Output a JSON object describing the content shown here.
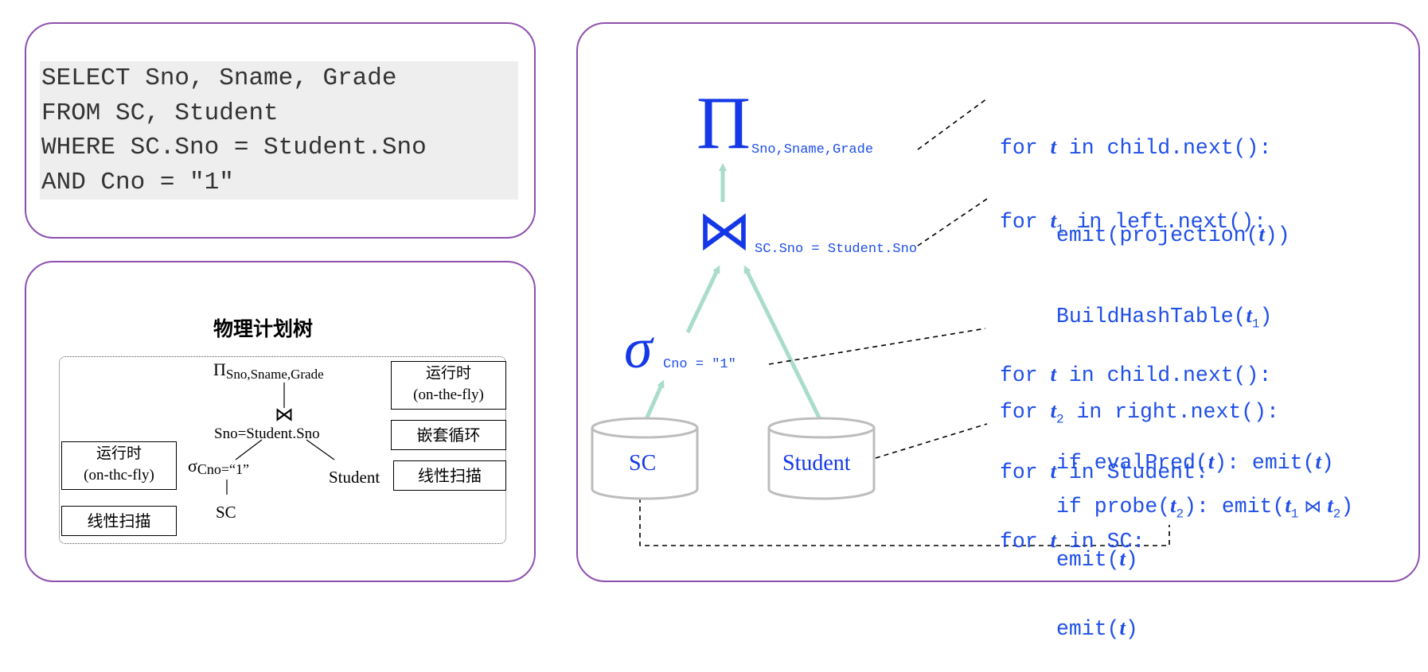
{
  "sql": {
    "lines": [
      "SELECT Sno, Sname, Grade",
      "FROM SC, Student",
      "WHERE SC.Sno = Student.Sno",
      "AND Cno = \"1\""
    ]
  },
  "physical_tree": {
    "title": "物理计划树",
    "projection": "Π",
    "projection_sub": "Sno,Sname,Grade",
    "join_symbol": "⋈",
    "join_cond": "Sno=Student.Sno",
    "select_symbol": "σ",
    "select_cond": "Cno=“1”",
    "leaf_student": "Student",
    "leaf_sc": "SC",
    "proj_method_1": "运行时",
    "proj_method_2": "(on-the-fly)",
    "join_method": "嵌套循环",
    "student_scan": "线性扫描",
    "select_method_1": "运行时",
    "select_method_2": "(on-thc-fly)",
    "sc_scan": "线性扫描"
  },
  "operator_tree": {
    "projection_symbol": "Π",
    "projection_attrs": "Sno,Sname,Grade",
    "join_symbol": "⋈",
    "join_cond": "SC.Sno = Student.Sno",
    "select_symbol": "σ",
    "select_cond": "Cno = \"1\"",
    "table_sc": "SC",
    "table_student": "Student"
  },
  "code": {
    "proj_kw1": "for ",
    "proj_var": "t",
    "proj_rest": " in child.next():",
    "proj_body_a": "emit(projection(",
    "proj_body_b": "))",
    "join_l_kw": "for ",
    "join_l_var": "t",
    "join_l_sub": "1",
    "join_l_rest": " in left.next():",
    "join_build_a": "BuildHashTable(",
    "join_build_b": ")",
    "join_r_kw": "for ",
    "join_r_var": "t",
    "join_r_sub": "2",
    "join_r_rest": " in right.next():",
    "join_probe_a": "if probe(",
    "join_probe_b": "): emit(",
    "join_probe_join": " ⋈ ",
    "join_probe_c": ")",
    "sel_kw": "for ",
    "sel_var": "t",
    "sel_rest": " in child.next():",
    "sel_body_a": "if evalPred(",
    "sel_body_b": "): emit(",
    "sel_body_c": ")",
    "stu_kw": "for ",
    "stu_var": "t",
    "stu_rest": " in Student:",
    "stu_body_a": "emit(",
    "stu_body_b": ")",
    "sc_kw": "for ",
    "sc_var": "t",
    "sc_rest": " in SC:",
    "sc_body_a": "emit(",
    "sc_body_b": ")"
  },
  "colors": {
    "panel_border": "#8e4fb0",
    "operator_blue": "#1438e8",
    "arrow": "#a9dccb",
    "code_blue": "#1f4fe6"
  }
}
